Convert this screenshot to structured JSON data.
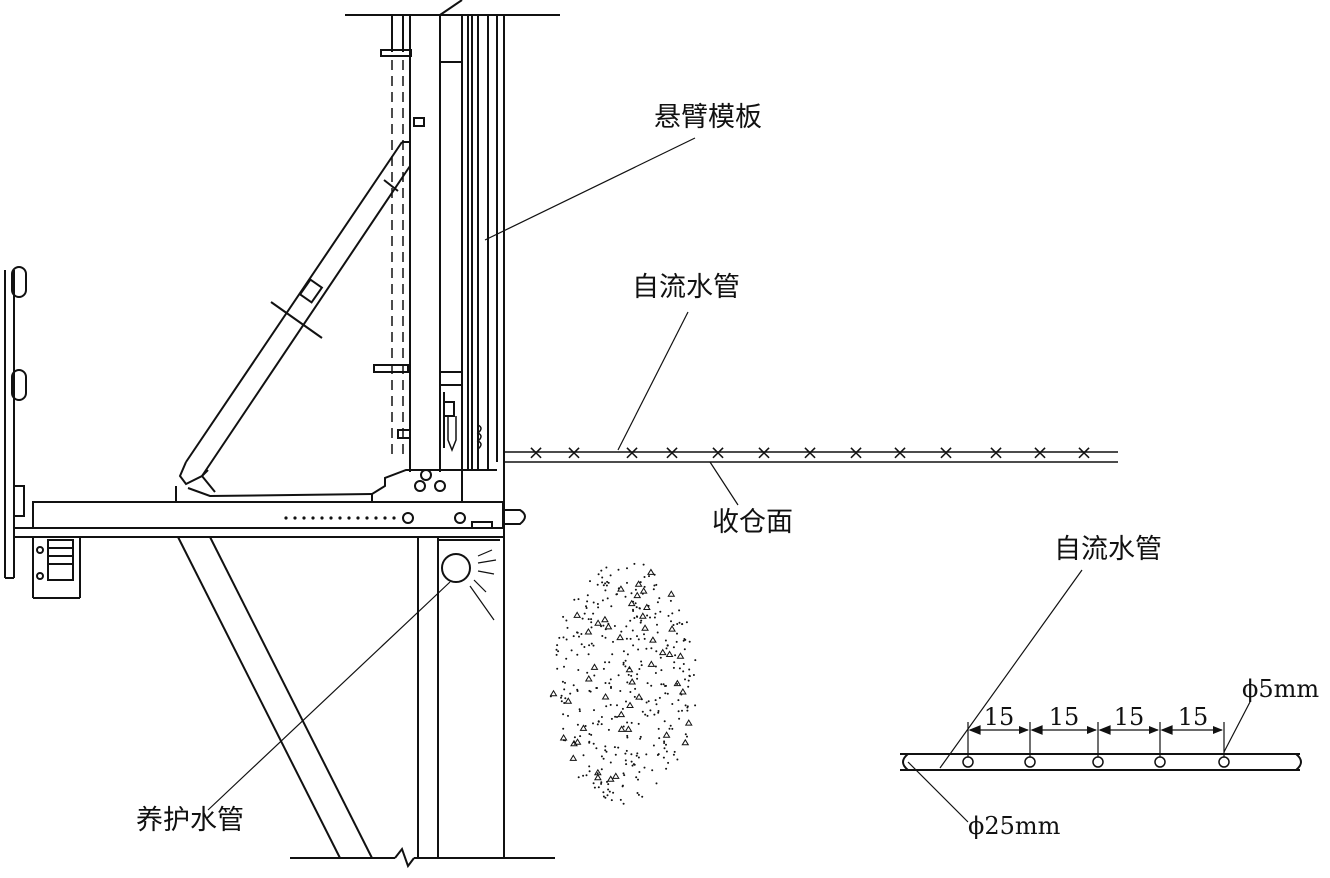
{
  "labels": {
    "cantilever_formwork": "悬臂模板",
    "selfflow_pipe_top": "自流水管",
    "closing_surface": "收仓面",
    "selfflow_pipe_detail": "自流水管",
    "curing_pipe": "养护水管",
    "hole_diameter": "ϕ5mm",
    "pipe_diameter": "ϕ25mm"
  },
  "hole_spacing": [
    "15",
    "15",
    "15",
    "15"
  ],
  "pipe_marker": "×"
}
